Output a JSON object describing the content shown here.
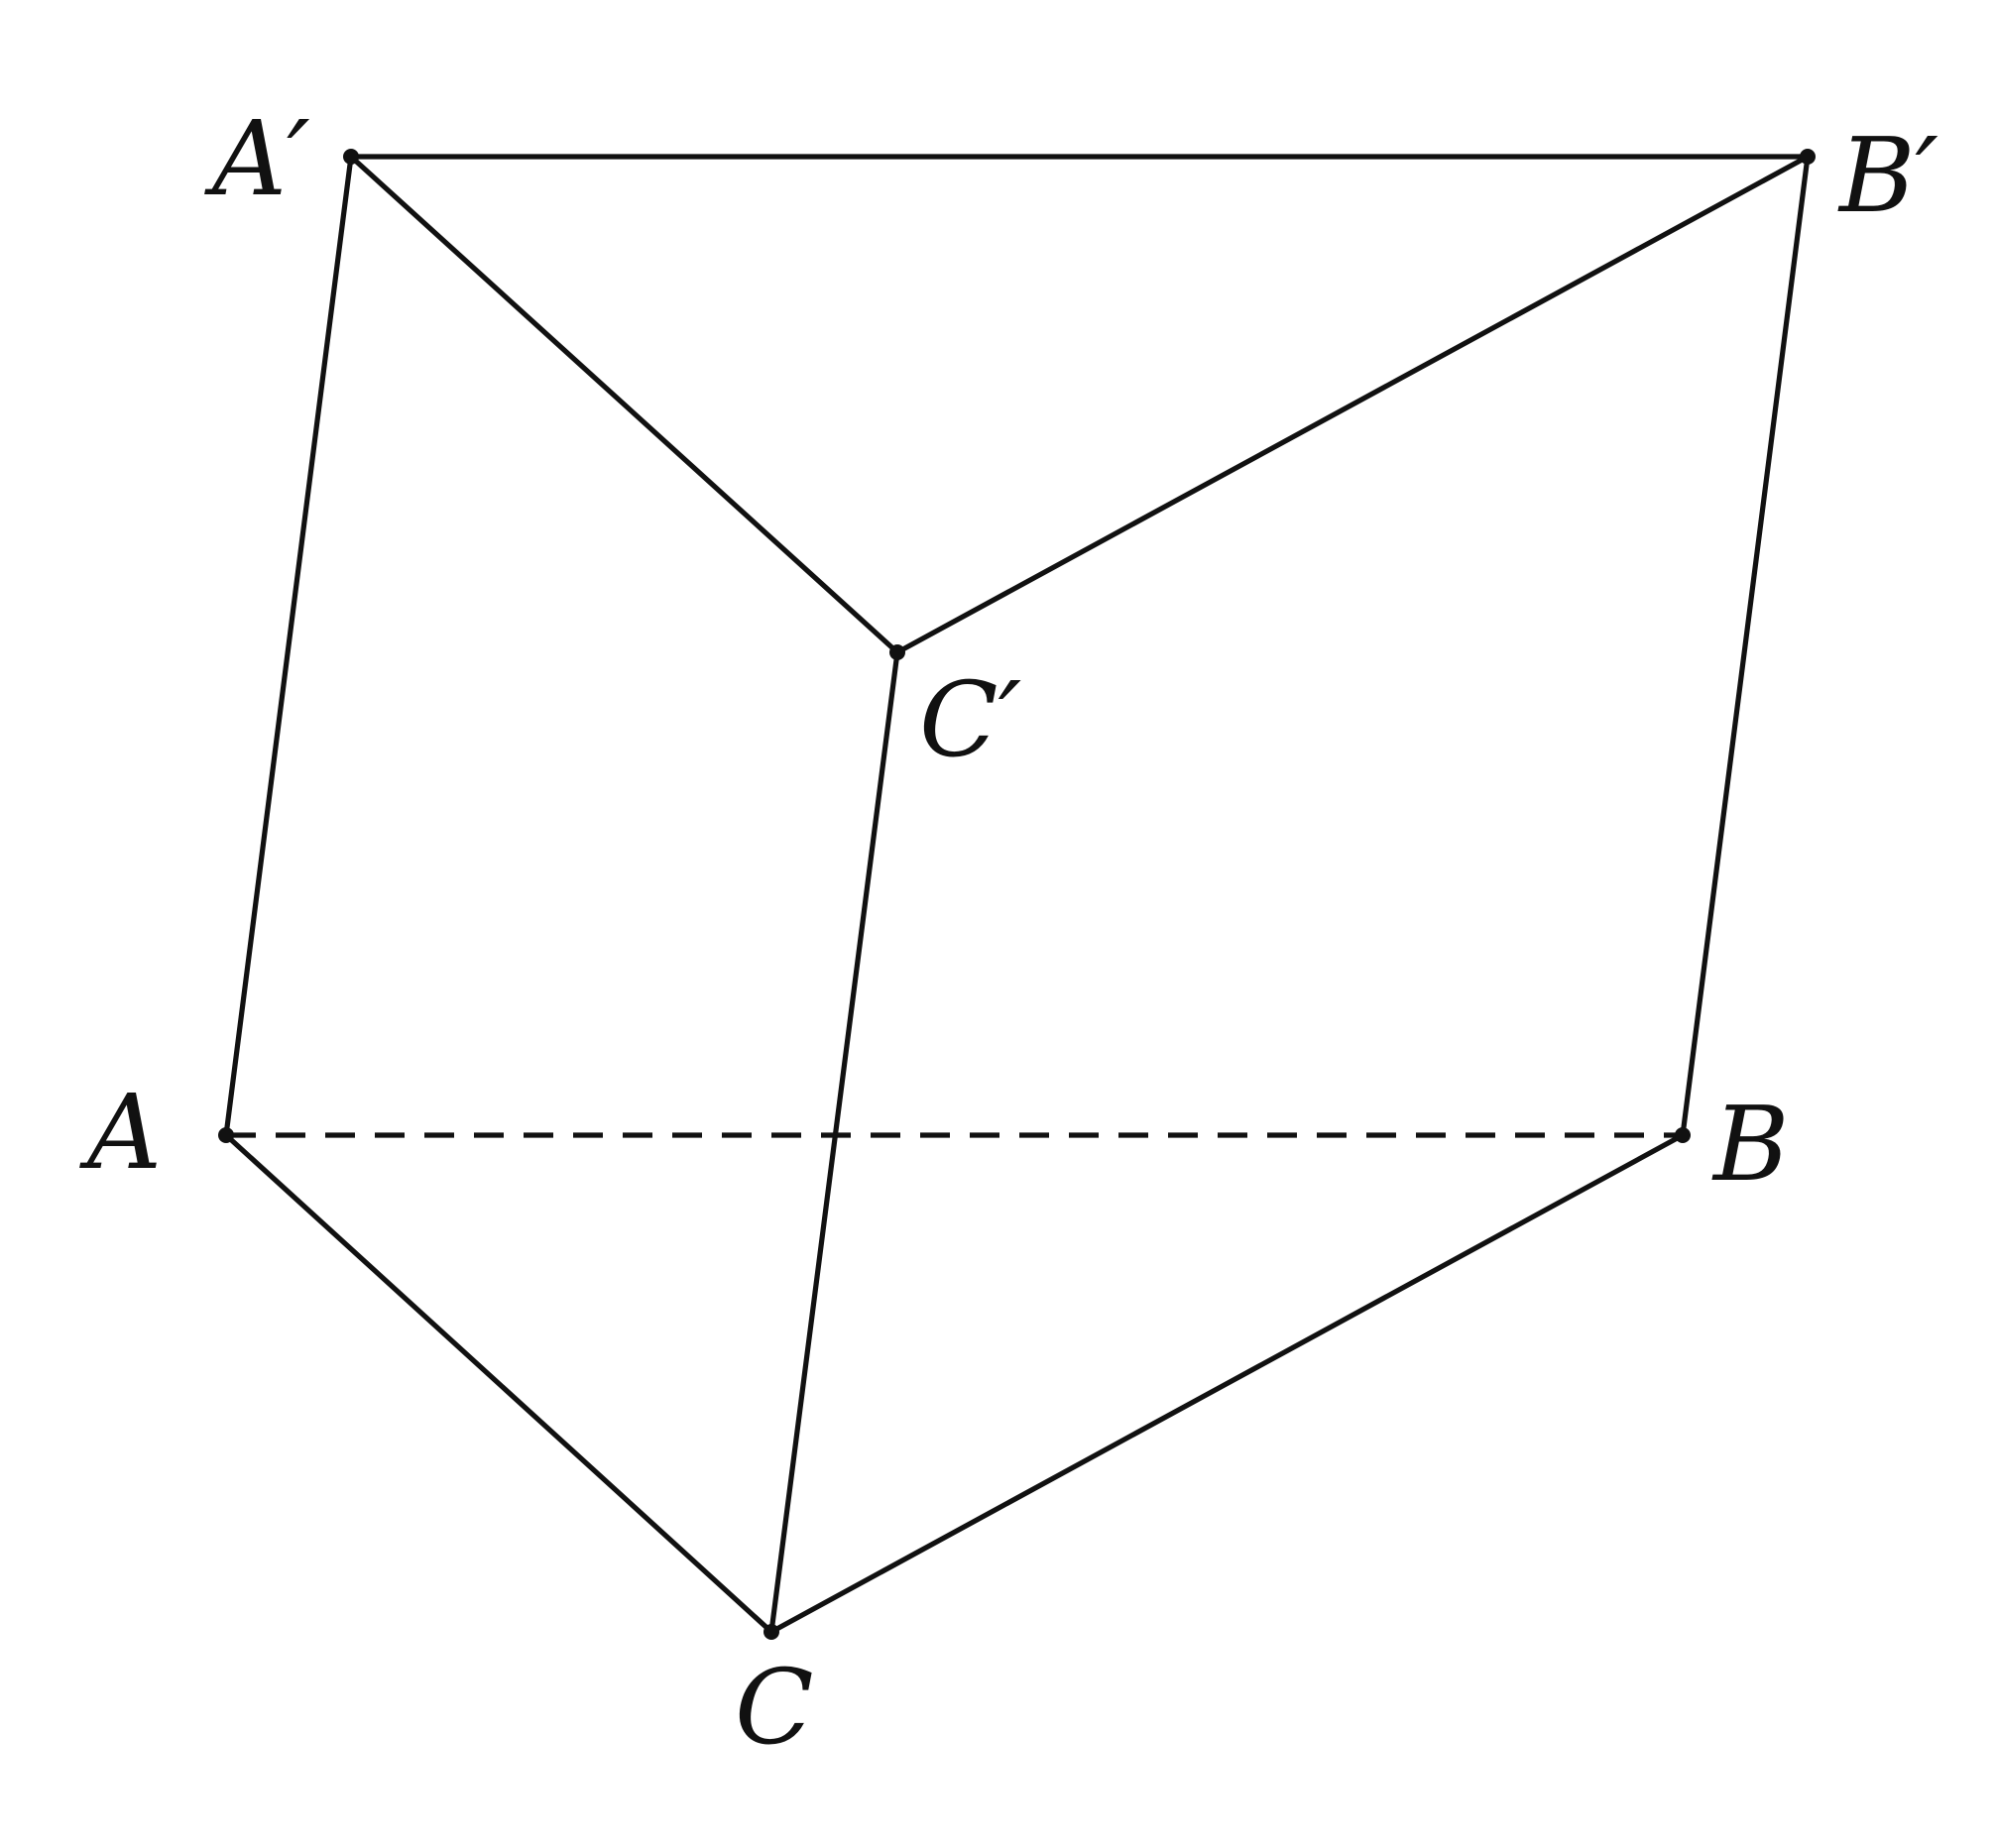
{
  "figure": {
    "colors": {
      "line": "#111111",
      "background": "#ffffff"
    },
    "vertices": [
      {
        "id": "A",
        "label": "A"
      },
      {
        "id": "B",
        "label": "B"
      },
      {
        "id": "C",
        "label": "C"
      },
      {
        "id": "A1",
        "label": "A′"
      },
      {
        "id": "B1",
        "label": "B′"
      },
      {
        "id": "C1",
        "label": "C′"
      }
    ],
    "edges": [
      {
        "from": "A1",
        "to": "B1",
        "style": "solid"
      },
      {
        "from": "A1",
        "to": "C1",
        "style": "solid"
      },
      {
        "from": "B1",
        "to": "C1",
        "style": "solid"
      },
      {
        "from": "A",
        "to": "A1",
        "style": "solid"
      },
      {
        "from": "B",
        "to": "B1",
        "style": "solid"
      },
      {
        "from": "C",
        "to": "C1",
        "style": "solid"
      },
      {
        "from": "A",
        "to": "C",
        "style": "solid"
      },
      {
        "from": "C",
        "to": "B",
        "style": "solid"
      },
      {
        "from": "A",
        "to": "B",
        "style": "dashed"
      }
    ]
  }
}
